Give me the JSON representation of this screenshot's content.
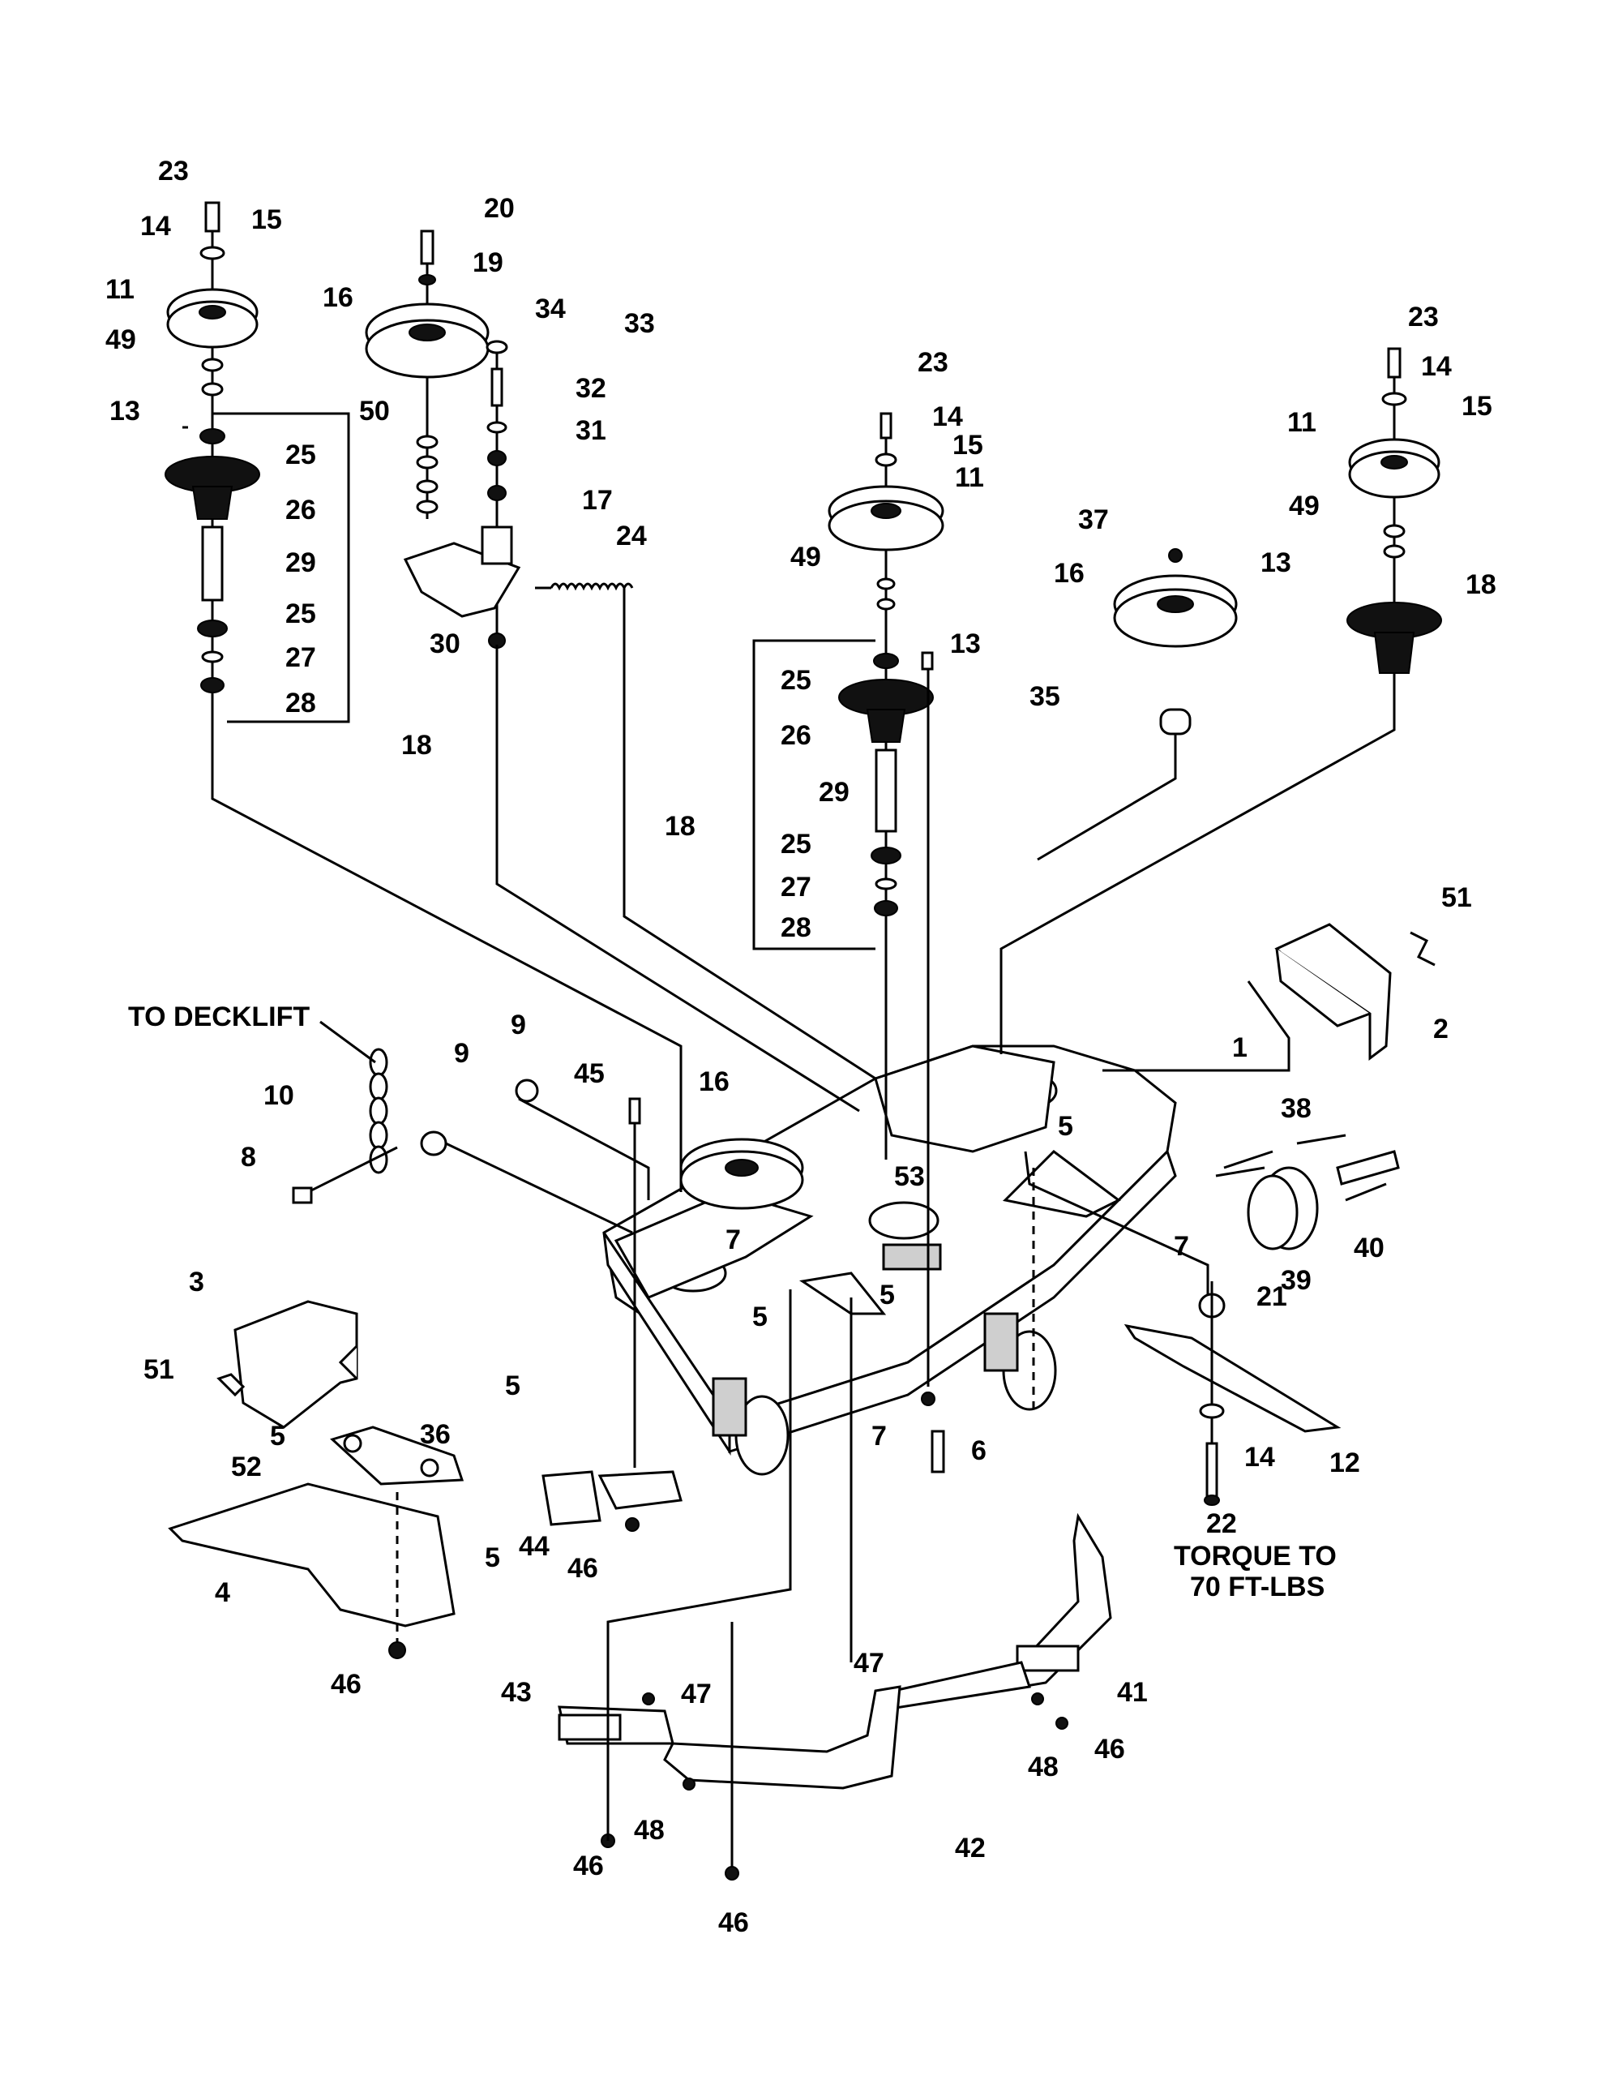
{
  "notes": {
    "to_decklift": "TO DECKLIFT",
    "torque_line1": "TORQUE TO",
    "torque_line2": "70 FT-LBS"
  },
  "callouts": [
    "23",
    "14",
    "15",
    "11",
    "49",
    "13",
    "25",
    "26",
    "29",
    "25",
    "27",
    "28",
    "18",
    "20",
    "19",
    "16",
    "50",
    "34",
    "33",
    "32",
    "31",
    "17",
    "24",
    "30",
    "23",
    "14",
    "15",
    "11",
    "49",
    "13",
    "25",
    "26",
    "29",
    "25",
    "27",
    "28",
    "18",
    "37",
    "16",
    "35",
    "23",
    "14",
    "15",
    "11",
    "49",
    "13",
    "18",
    "51",
    "2",
    "1",
    "5",
    "38",
    "40",
    "39",
    "7",
    "21",
    "12",
    "14",
    "22",
    "9",
    "45",
    "16",
    "53",
    "9",
    "10",
    "8",
    "7",
    "5",
    "5",
    "3",
    "51",
    "5",
    "5",
    "36",
    "52",
    "5",
    "4",
    "46",
    "44",
    "46",
    "7",
    "6",
    "47",
    "43",
    "46",
    "48",
    "42",
    "47",
    "41",
    "48",
    "46",
    "46"
  ]
}
